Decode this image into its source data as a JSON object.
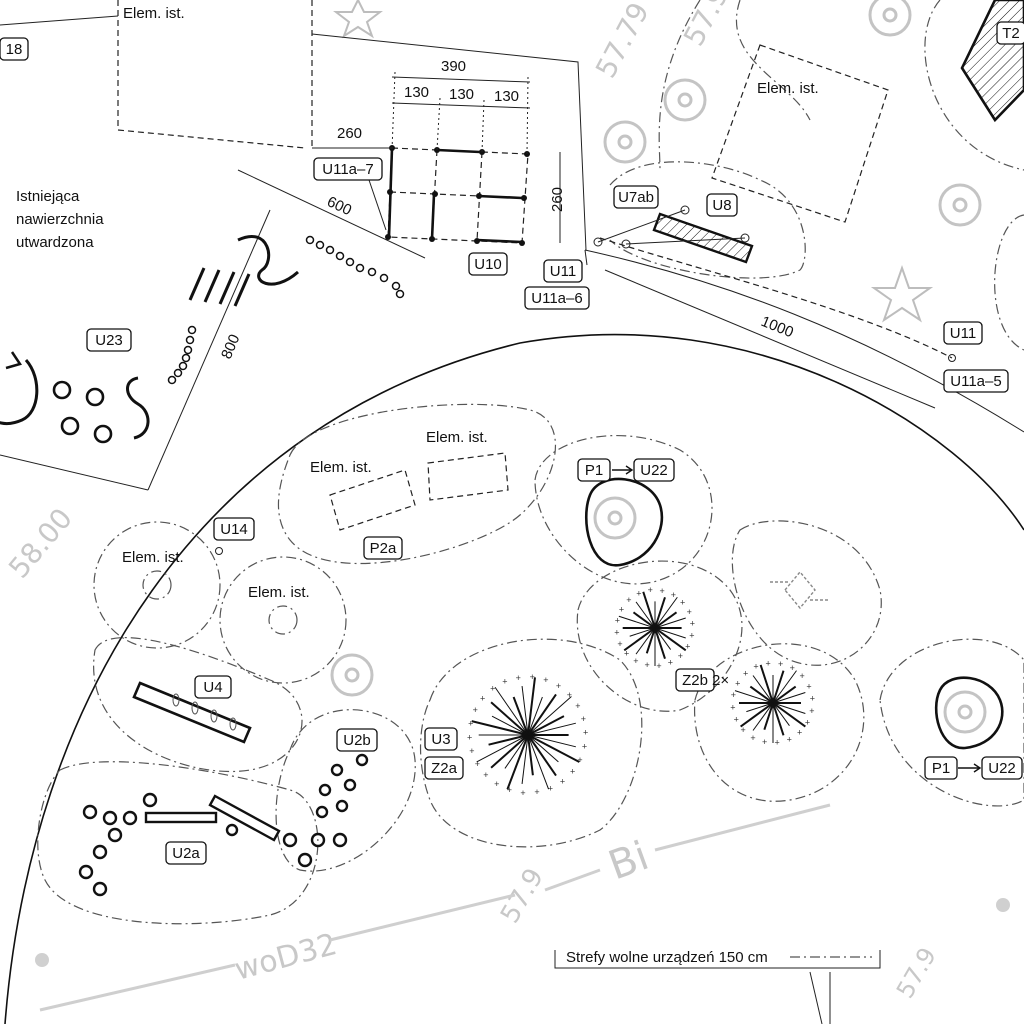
{
  "plan": {
    "labels": {
      "elem_ist": "Elem. ist.",
      "existing_surface_1": "Istniejąca",
      "existing_surface_2": "nawierzchnia",
      "existing_surface_3": "utwardzona",
      "multiplier": "2×"
    },
    "dimensions": {
      "d390": "390",
      "d130": "130",
      "d260_top": "260",
      "d260_side": "260",
      "d600": "600",
      "d800": "800",
      "d1000": "1000"
    },
    "tags": {
      "u18": "18",
      "t2": "T2",
      "u11a_7": "U11a–7",
      "u10": "U10",
      "u11": "U11",
      "u11a_6": "U11a–6",
      "u7ab": "U7ab",
      "u8": "U8",
      "u11a_5": "U11a–5",
      "u23": "U23",
      "u14": "U14",
      "p2a": "P2a",
      "p1": "P1",
      "u22": "U22",
      "u4": "U4",
      "u2b": "U2b",
      "u2a": "U2a",
      "u3": "U3",
      "z2a": "Z2a",
      "z2b": "Z2b"
    },
    "elevations": {
      "e5779": "57.79",
      "e579_top": "57.9",
      "e5800": "58.00",
      "e579_bottom": "57.9",
      "e579_right": "57.9",
      "street": "woD32",
      "bi": "Bi"
    },
    "legend": {
      "text": "Strefy wolne urządzeń 150 cm"
    }
  }
}
